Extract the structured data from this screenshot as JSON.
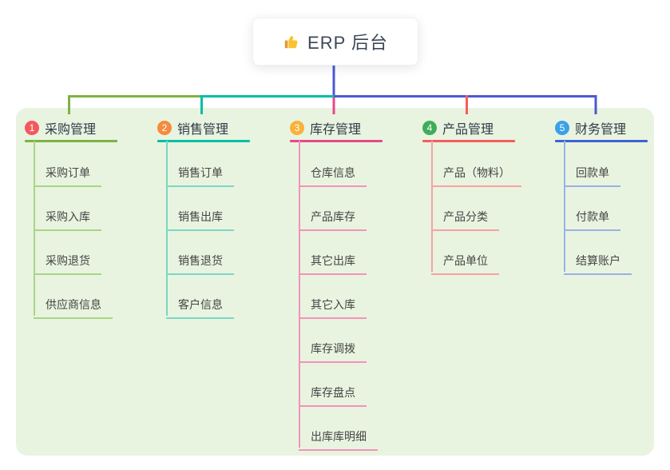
{
  "root": {
    "title": "ERP 后台",
    "icon": "thumbs-up-icon"
  },
  "colors": {
    "panel_background": "#e8f4e0",
    "root_connector": "#4a5ad1",
    "branch_drops": [
      "#7cb342",
      "#00bfa5",
      "#e8478b",
      "#f75c5c",
      "#4a5ad1"
    ]
  },
  "branches": [
    {
      "index": "1",
      "label": "采购管理",
      "badge_color": "#f2595f",
      "line_color": "#7cb342",
      "child_line_color": "#a9d584",
      "children": [
        "采购订单",
        "采购入库",
        "采购退货",
        "供应商信息"
      ]
    },
    {
      "index": "2",
      "label": "销售管理",
      "badge_color": "#f68b3d",
      "line_color": "#00bfa5",
      "child_line_color": "#7cd6c6",
      "children": [
        "销售订单",
        "销售出库",
        "销售退货",
        "客户信息"
      ]
    },
    {
      "index": "3",
      "label": "库存管理",
      "badge_color": "#f9b23a",
      "line_color": "#e8478b",
      "child_line_color": "#f492ba",
      "children": [
        "仓库信息",
        "产品库存",
        "其它出库",
        "其它入库",
        "库存调拨",
        "库存盘点",
        "出库库明细"
      ]
    },
    {
      "index": "4",
      "label": "产品管理",
      "badge_color": "#3fae58",
      "line_color": "#f75c5c",
      "child_line_color": "#f8a2a2",
      "children": [
        "产品（物料）",
        "产品分类",
        "产品单位"
      ]
    },
    {
      "index": "5",
      "label": "财务管理",
      "badge_color": "#3aa0e8",
      "line_color": "#3e63d4",
      "child_line_color": "#9cb0e4",
      "children": [
        "回款单",
        "付款单",
        "结算账户"
      ]
    }
  ]
}
